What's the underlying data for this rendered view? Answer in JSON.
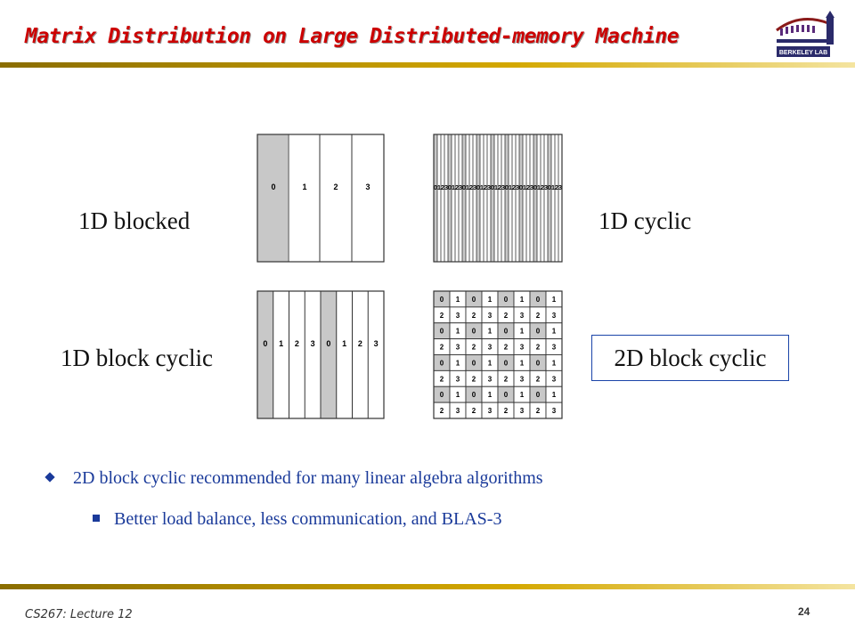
{
  "slide": {
    "title": "Matrix Distribution on Large Distributed-memory Machine",
    "footer": "CS267: Lecture 12",
    "page_number": "24",
    "logo_text": "BERKELEY LAB"
  },
  "figures": {
    "blocked": {
      "label": "1D blocked",
      "columns": [
        "0",
        "1",
        "2",
        "3"
      ]
    },
    "cyclic": {
      "label": "1D cyclic",
      "pattern": [
        "0",
        "1",
        "2",
        "3"
      ],
      "repeats": 9
    },
    "block_cyclic": {
      "label": "1D block cyclic",
      "columns": [
        "0",
        "1",
        "2",
        "3",
        "0",
        "1",
        "2",
        "3"
      ]
    },
    "block2d": {
      "label": "2D block cyclic",
      "rows": [
        [
          "0",
          "1",
          "0",
          "1",
          "0",
          "1",
          "0",
          "1"
        ],
        [
          "2",
          "3",
          "2",
          "3",
          "2",
          "3",
          "2",
          "3"
        ],
        [
          "0",
          "1",
          "0",
          "1",
          "0",
          "1",
          "0",
          "1"
        ],
        [
          "2",
          "3",
          "2",
          "3",
          "2",
          "3",
          "2",
          "3"
        ],
        [
          "0",
          "1",
          "0",
          "1",
          "0",
          "1",
          "0",
          "1"
        ],
        [
          "2",
          "3",
          "2",
          "3",
          "2",
          "3",
          "2",
          "3"
        ],
        [
          "0",
          "1",
          "0",
          "1",
          "0",
          "1",
          "0",
          "1"
        ],
        [
          "2",
          "3",
          "2",
          "3",
          "2",
          "3",
          "2",
          "3"
        ]
      ]
    }
  },
  "bullets": {
    "main": "2D block cyclic recommended for many linear algebra algorithms",
    "sub": "Better load balance, less communication, and BLAS-3"
  },
  "colors": {
    "title": "#cc0000",
    "shade": "#c8c8c8",
    "bullet": "#1a3a9a",
    "bar": "#d4a800"
  }
}
